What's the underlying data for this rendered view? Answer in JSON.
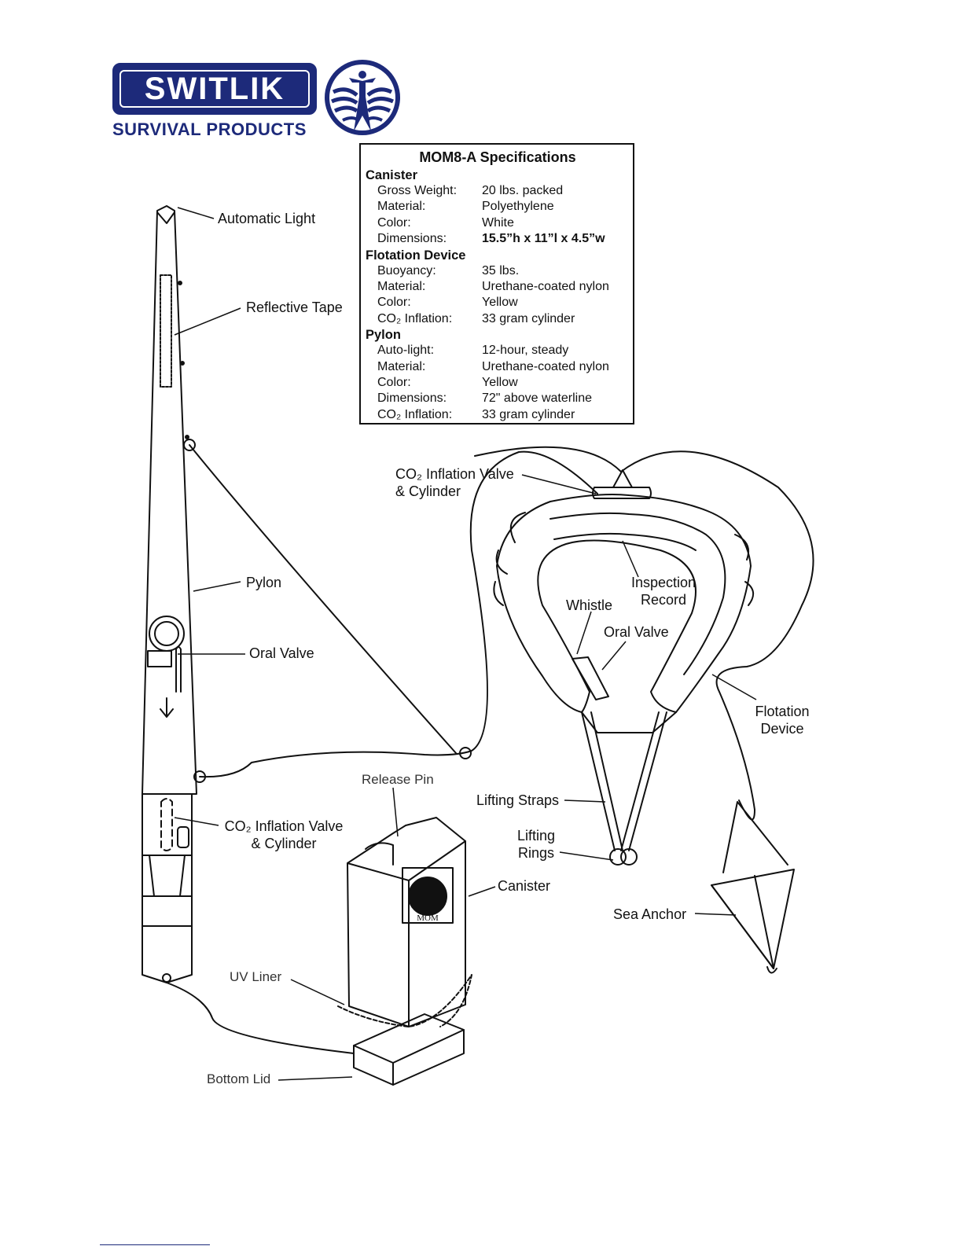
{
  "brand": {
    "logo_word": "SWITLIK",
    "tagline": "SURVIVAL  PRODUCTS",
    "color": "#1d2a7a"
  },
  "specs": {
    "title": "MOM8-A Specifications",
    "canister": {
      "heading": "Canister",
      "rows": [
        {
          "k": "Gross Weight:",
          "v": "20 lbs. packed"
        },
        {
          "k": "Material:",
          "v": "Polyethylene"
        },
        {
          "k": "Color:",
          "v": "White"
        },
        {
          "k": "Dimensions:",
          "v": "15.5”h x 11”l x 4.5”w"
        }
      ]
    },
    "flotation": {
      "heading": "Flotation Device",
      "rows": [
        {
          "k": "Buoyancy:",
          "v": "35 lbs."
        },
        {
          "k": "Material:",
          "v": "Urethane-coated nylon"
        },
        {
          "k": "Color:",
          "v": "Yellow"
        },
        {
          "k": "CO₂ Inflation:",
          "v": "33 gram cylinder"
        }
      ]
    },
    "pylon": {
      "heading": "Pylon",
      "rows": [
        {
          "k": "Auto-light:",
          "v": "12-hour, steady"
        },
        {
          "k": "Material:",
          "v": "Urethane-coated nylon"
        },
        {
          "k": "Color:",
          "v": "Yellow"
        },
        {
          "k": "Dimensions:",
          "v": "72\" above waterline"
        },
        {
          "k": "CO₂ Inflation:",
          "v": "33 gram cylinder"
        }
      ]
    }
  },
  "labels": {
    "automatic_light": "Automatic Light",
    "reflective_tape": "Reflective Tape",
    "pylon": "Pylon",
    "oral_valve_pylon": "Oral Valve",
    "co2_valve_pylon_1": "CO₂ Inflation Valve",
    "co2_valve_pylon_2": "& Cylinder",
    "co2_valve_ring_1": "CO₂ Inflation Valve",
    "co2_valve_ring_2": "& Cylinder",
    "inspection_record_1": "Inspection",
    "inspection_record_2": "Record",
    "whistle": "Whistle",
    "oral_valve_ring": "Oral Valve",
    "flotation_device_1": "Flotation",
    "flotation_device_2": "Device",
    "lifting_straps": "Lifting Straps",
    "lifting_rings_1": "Lifting",
    "lifting_rings_2": "Rings",
    "release_pin": "Release Pin",
    "canister": "Canister",
    "sea_anchor": "Sea Anchor",
    "uv_liner": "UV Liner",
    "bottom_lid": "Bottom Lid",
    "canister_badge": "MOM"
  }
}
